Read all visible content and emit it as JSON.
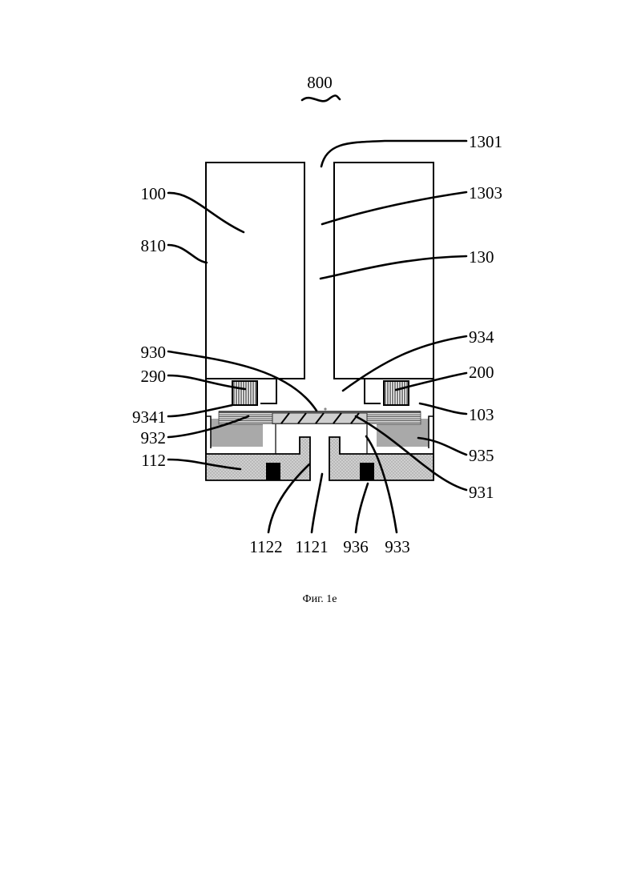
{
  "figure": {
    "number_label": "800",
    "caption": "Фиг. 1е",
    "labels": {
      "l1301": "1301",
      "l1303": "1303",
      "l130": "130",
      "l100": "100",
      "l810": "810",
      "l934": "934",
      "l930": "930",
      "l290": "290",
      "l200": "200",
      "l9341": "9341",
      "l103": "103",
      "l932": "932",
      "l935": "935",
      "l112": "112",
      "l931": "931",
      "l1122": "1122",
      "l1121": "1121",
      "l936": "936",
      "l933": "933"
    }
  }
}
